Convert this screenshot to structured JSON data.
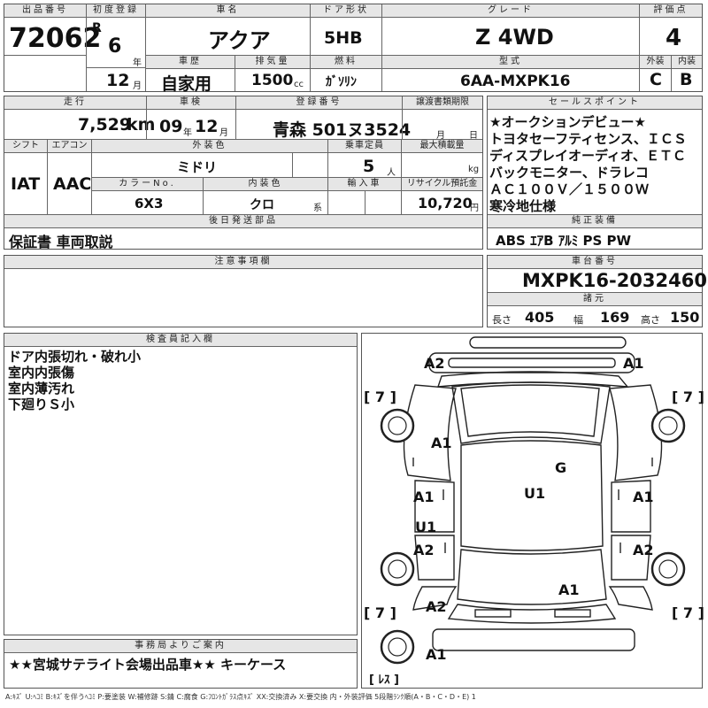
{
  "header": {
    "lot_label": "出品番号",
    "lot_no": "72062",
    "first_reg_label": "初度登録",
    "era": "R",
    "year": "6",
    "year_unit": "年",
    "month": "12",
    "month_unit": "月",
    "car_name_label": "車名",
    "car_name": "アクア",
    "door_label": "ドア形状",
    "door": "5HB",
    "grade_label": "グレード",
    "grade": "Z 4WD",
    "score_label": "評価点",
    "score": "4",
    "history_label": "車歴",
    "history": "自家用",
    "disp_label": "排気量",
    "disp": "1500",
    "disp_unit": "cc",
    "fuel_label": "燃料",
    "fuel": "ｶﾞｿﾘﾝ",
    "model_label": "型式",
    "model": "6AA-MXPK16",
    "ext_label": "外装",
    "ext_grade": "C",
    "int_label": "内装",
    "int_grade": "B"
  },
  "row2": {
    "mileage_label": "走行",
    "mileage": "7,529",
    "mileage_unit": "km",
    "inspection_label": "車検",
    "insp_year": "09",
    "insp_year_unit": "年",
    "insp_month": "12",
    "insp_month_unit": "月",
    "reg_no_label": "登録番号",
    "reg_no": "青森 501ヌ3524",
    "transfer_label": "譲渡書類期限",
    "transfer_month": "月",
    "transfer_day": "日",
    "shift_label": "シフト",
    "shift": "IAT",
    "ac_label": "エアコン",
    "ac": "AAC",
    "color_label": "外装色",
    "color": "ミドリ",
    "capacity_label": "乗車定員",
    "capacity": "5",
    "capacity_unit": "人",
    "loadcap_label": "最大積載量",
    "loadcap_unit": "kg",
    "color_no_label": "カラーNo.",
    "color_no": "6X3",
    "int_color_label": "内装色",
    "int_color": "クロ",
    "int_color_unit": "系",
    "import_label": "輸入車",
    "recycle_label": "リサイクル預託金",
    "recycle": "10,720",
    "recycle_unit": "円"
  },
  "sales_points": {
    "label": "セールスポイント",
    "lines": [
      "★オークションデビュー★",
      "トヨタセーフティセンス、ＩＣＳ",
      "ディスプレイオーディオ、ＥＴＣ",
      "バックモニター、ドラレコ",
      "ＡＣ１００Ｖ／１５００Ｗ",
      "寒冷地仕様"
    ]
  },
  "later_docs": {
    "label": "後日発送部品",
    "value": "保証書 車両取説"
  },
  "standard_eq": {
    "label": "純正装備",
    "value": "ABS ｴｱB ｱﾙﾐ PS PW"
  },
  "notes": {
    "label": "注意事項欄"
  },
  "chassis": {
    "label": "車台番号",
    "value": "MXPK16-2032460"
  },
  "dims": {
    "label": "諸元",
    "len_label": "長さ",
    "len": "405",
    "wid_label": "幅",
    "wid": "169",
    "hgt_label": "高さ",
    "hgt": "150"
  },
  "inspector": {
    "label": "検査員記入欄",
    "lines": [
      "ドア内張切れ・破れ小",
      "室内内張傷",
      "室内薄汚れ",
      "下廻りＳ小"
    ]
  },
  "office": {
    "label": "事務局よりご案内",
    "value": "★★宮城サテライト会場出品車★★ キーケース"
  },
  "diagram": {
    "marks": [
      "A2",
      "A1",
      "[ 7 ]",
      "[ 7 ]",
      "A1",
      "G",
      "U1",
      "A1",
      "A1",
      "U1",
      "A2",
      "A2",
      "A1",
      "A2",
      "[ 7 ]",
      "[ 7 ]",
      "A1",
      "[ ﾚｽ ]"
    ]
  },
  "legend": "A:ｷｽﾞ U:ﾍｺﾐ B:ｷｽﾞを伴うﾍｺﾐ P:要塗装 W:補修跡 S:錆 C:腐食 G:ﾌﾛﾝﾄｶﾞﾗｽ点ｷｽﾞ XX:交換済み X:要交換 内・外装評価 5段階ﾗﾝｸ順(A・B・C・D・E) 1"
}
